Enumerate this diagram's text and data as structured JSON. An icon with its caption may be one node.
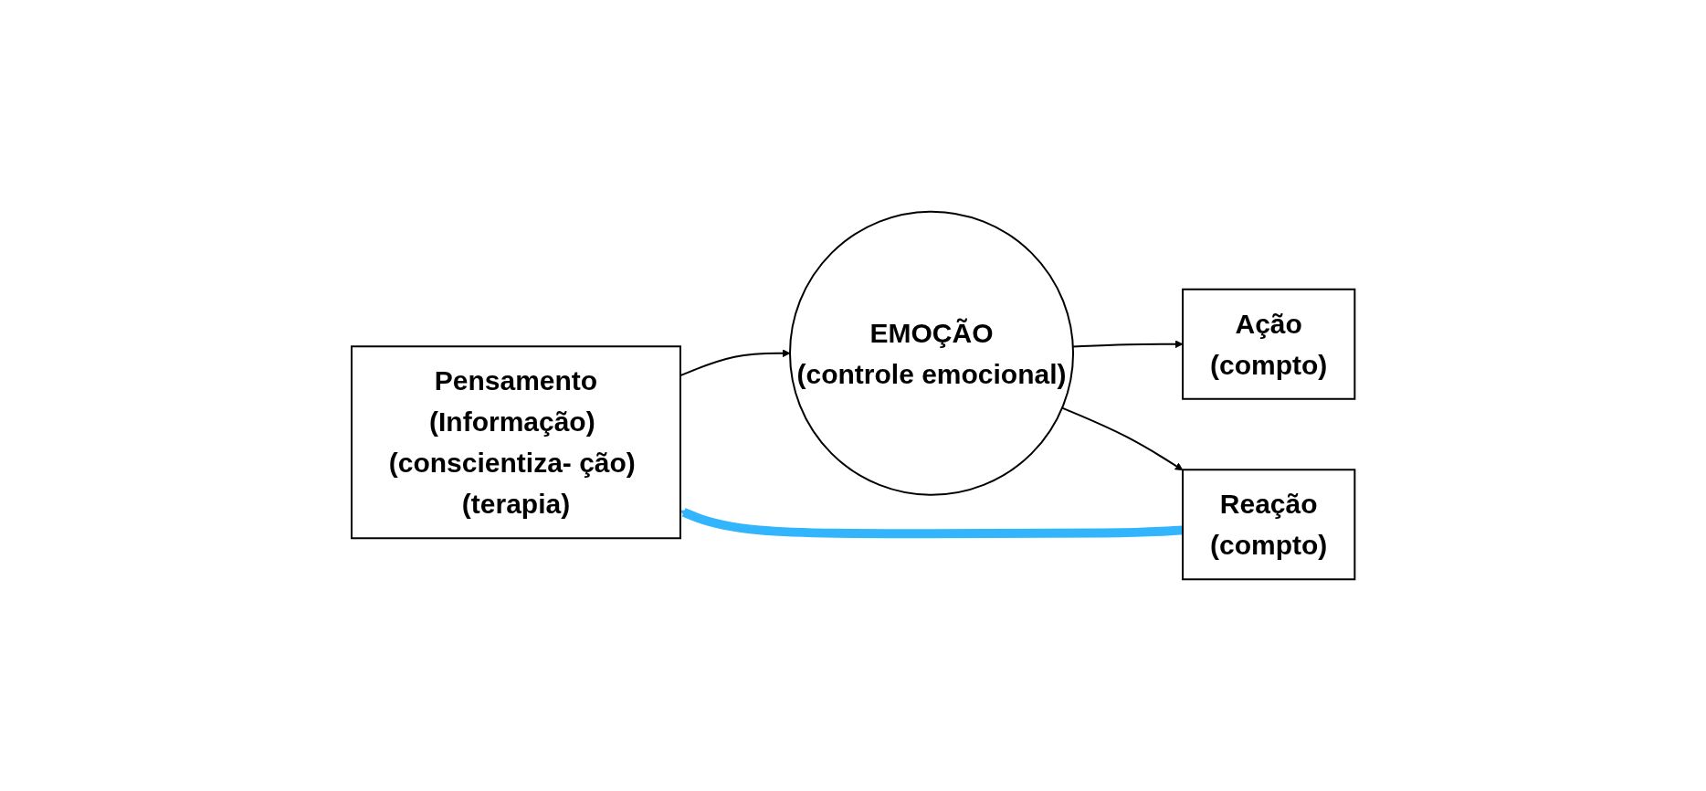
{
  "diagram": {
    "nodes": [
      {
        "text": [
          "Pensamento",
          "(Informação) (conscientiza- ção) (terapia)"
        ]
      },
      {
        "text": [
          "EMOÇÃO",
          "(controle emocional)"
        ]
      },
      {
        "text": [
          "Ação",
          "(compto)"
        ]
      },
      {
        "text": [
          "Reação",
          "(compto)"
        ]
      }
    ],
    "edges": [
      {
        "from": 0,
        "to": 1,
        "arrow": "to"
      },
      {
        "from": 1,
        "to": 2,
        "arrow": "to"
      },
      {
        "from": 1,
        "to": 3,
        "arrow": "to"
      },
      {
        "from": 3,
        "to": 0,
        "arrow": "to",
        "style": "thick",
        "color": "#33b5fd"
      }
    ]
  }
}
